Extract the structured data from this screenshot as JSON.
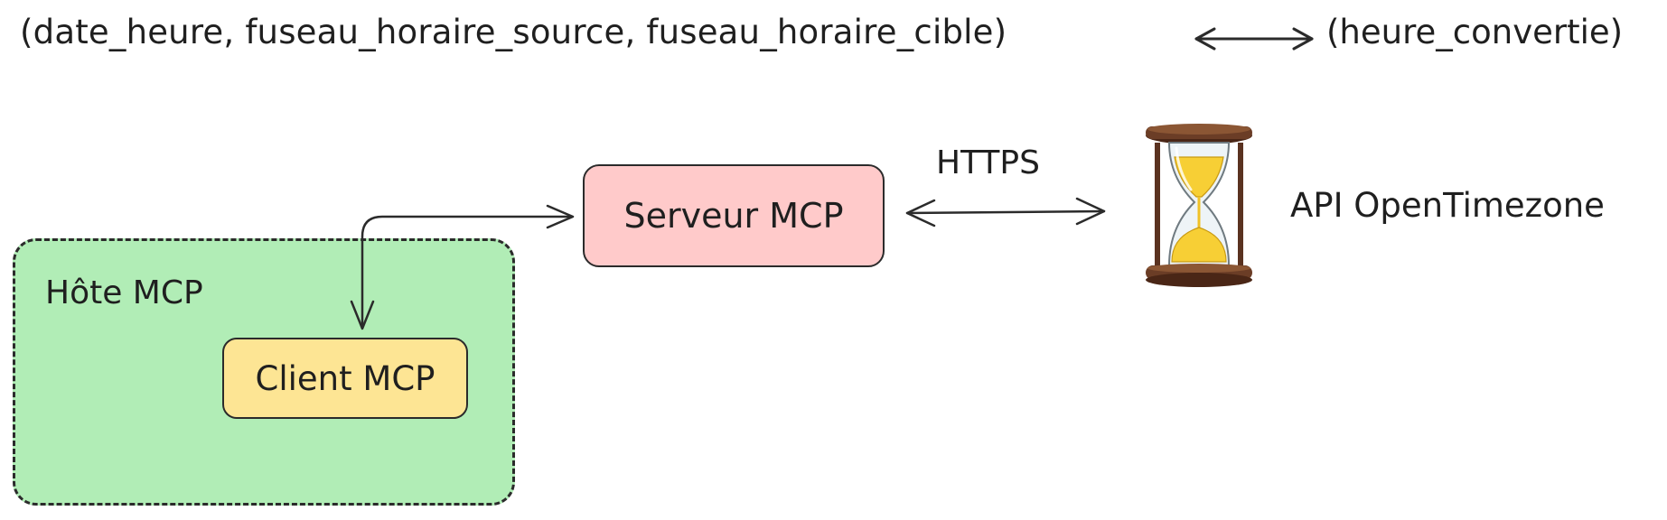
{
  "header": {
    "signature": "(date_heure, fuseau_horaire_source, fuseau_horaire_cible)",
    "result": "(heure_convertie)"
  },
  "nodes": {
    "host": "Hôte MCP",
    "client": "Client MCP",
    "server": "Serveur MCP",
    "api": "API OpenTimezone"
  },
  "edges": {
    "server_api_protocol": "HTTPS"
  },
  "colors": {
    "host_fill": "#b1edb6",
    "client_fill": "#fde594",
    "server_fill": "#ffcaca",
    "hourglass_wood": "#6b3d26",
    "hourglass_sand": "#f7cf35",
    "stroke": "#2b2b2b"
  },
  "icons": {
    "api": "hourglass-icon"
  }
}
